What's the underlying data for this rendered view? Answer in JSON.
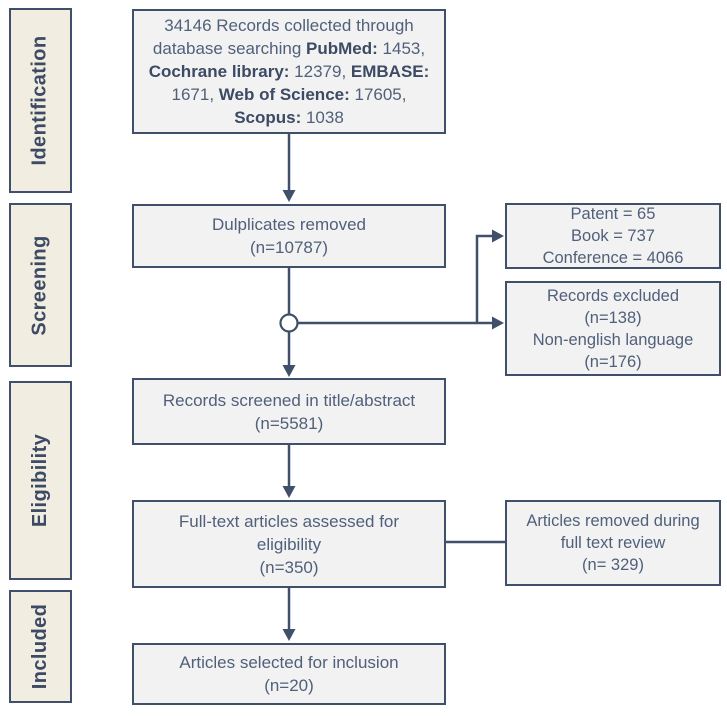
{
  "palette": {
    "background": "#ffffff",
    "line": "#40506a",
    "text": "#51607a",
    "navy_dark": "#3c4a64",
    "box_fill": "#f2f2f3",
    "stage_fill": "#f1ede1"
  },
  "stages": [
    {
      "label": "Identification"
    },
    {
      "label": "Screening"
    },
    {
      "label": "Eligibility"
    },
    {
      "label": "Included"
    }
  ],
  "flow": {
    "records_collected_segments": [
      {
        "t": "34146 Records collected through\ndatabase searching ",
        "b": false
      },
      {
        "t": "PubMed:",
        "b": true
      },
      {
        "t": " 1453,\n",
        "b": false
      },
      {
        "t": "Cochrane library:",
        "b": true
      },
      {
        "t": " 12379, ",
        "b": false
      },
      {
        "t": "EMBASE:",
        "b": true
      },
      {
        "t": "\n1671, ",
        "b": false
      },
      {
        "t": "Web of Science:",
        "b": true
      },
      {
        "t": " 17605,\n",
        "b": false
      },
      {
        "t": "Scopus:",
        "b": true
      },
      {
        "t": " 1038",
        "b": false
      }
    ],
    "duplicates_removed": "Dulplicates removed\n(n=10787)",
    "records_screened": "Records screened in title/abstract\n(n=5581)",
    "fulltext_assessed": "Full-text articles assessed for\neligibility\n(n=350)",
    "articles_selected": "Articles selected for inclusion\n(n=20)"
  },
  "exclusions": {
    "patent_book_conference": "Patent = 65\nBook = 737\nConference = 4066",
    "records_excluded": "Records excluded\n(n=138)\nNon-english language\n(n=176)",
    "articles_removed": "Articles removed during\nfull text review\n(n= 329)"
  }
}
